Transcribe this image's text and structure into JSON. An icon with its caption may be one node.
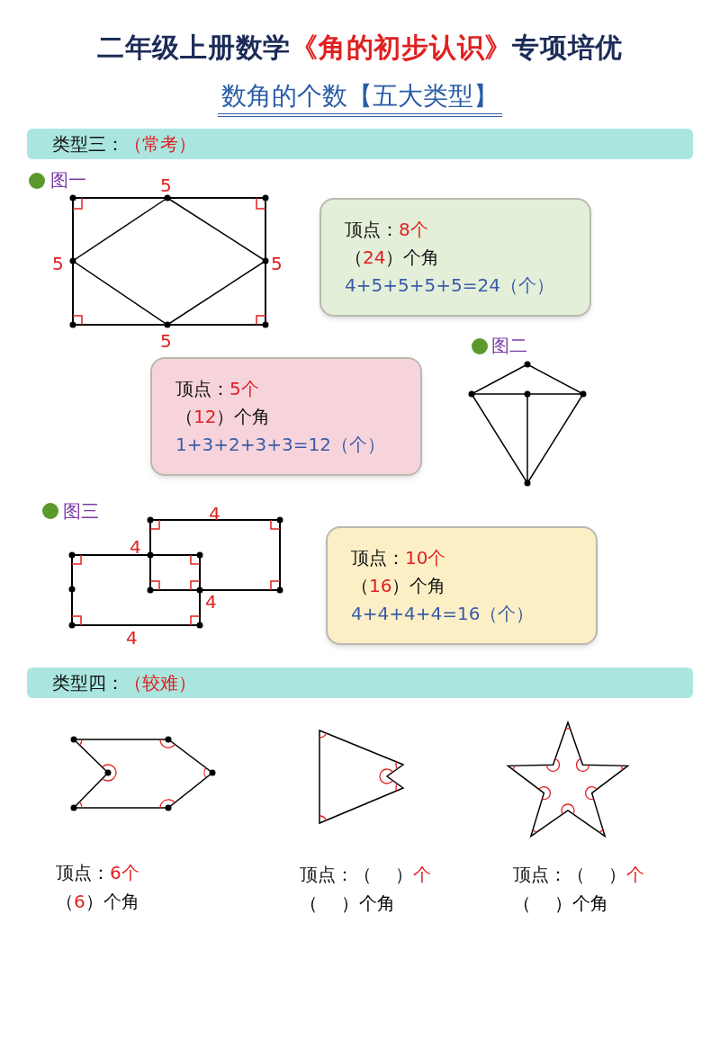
{
  "diagram": {
    "title": "数角的个数【五大类型】",
    "nodes": [
      {
        "text": [
          "类型三：",
          "（常考）"
        ]
      },
      {
        "text": [
          "顶点：8个",
          "（24）个角",
          "4+5+5+5+5=24（个）"
        ]
      },
      {
        "text": [
          "顶点：5个",
          "（12）个角",
          "1+3+2+3+3=12（个）"
        ]
      },
      {
        "text": [
          "顶点：10个",
          "（16）个角",
          "4+4+4+4=16（个）"
        ]
      },
      {
        "text": [
          "类型四：",
          "（较难）"
        ]
      }
    ],
    "edges": [],
    "labels": [
      "二年级上册数学",
      "《角的初步认识》",
      "专项培优",
      "图一",
      "5",
      "5",
      "5",
      "5",
      "图二",
      "图三",
      "4",
      "4",
      "4",
      "4",
      "顶点：6个",
      "（6）个角",
      "顶点：（　 ）个",
      "（　 ）个角",
      "顶点：（　 ）个",
      "（　 ）个角"
    ]
  }
}
